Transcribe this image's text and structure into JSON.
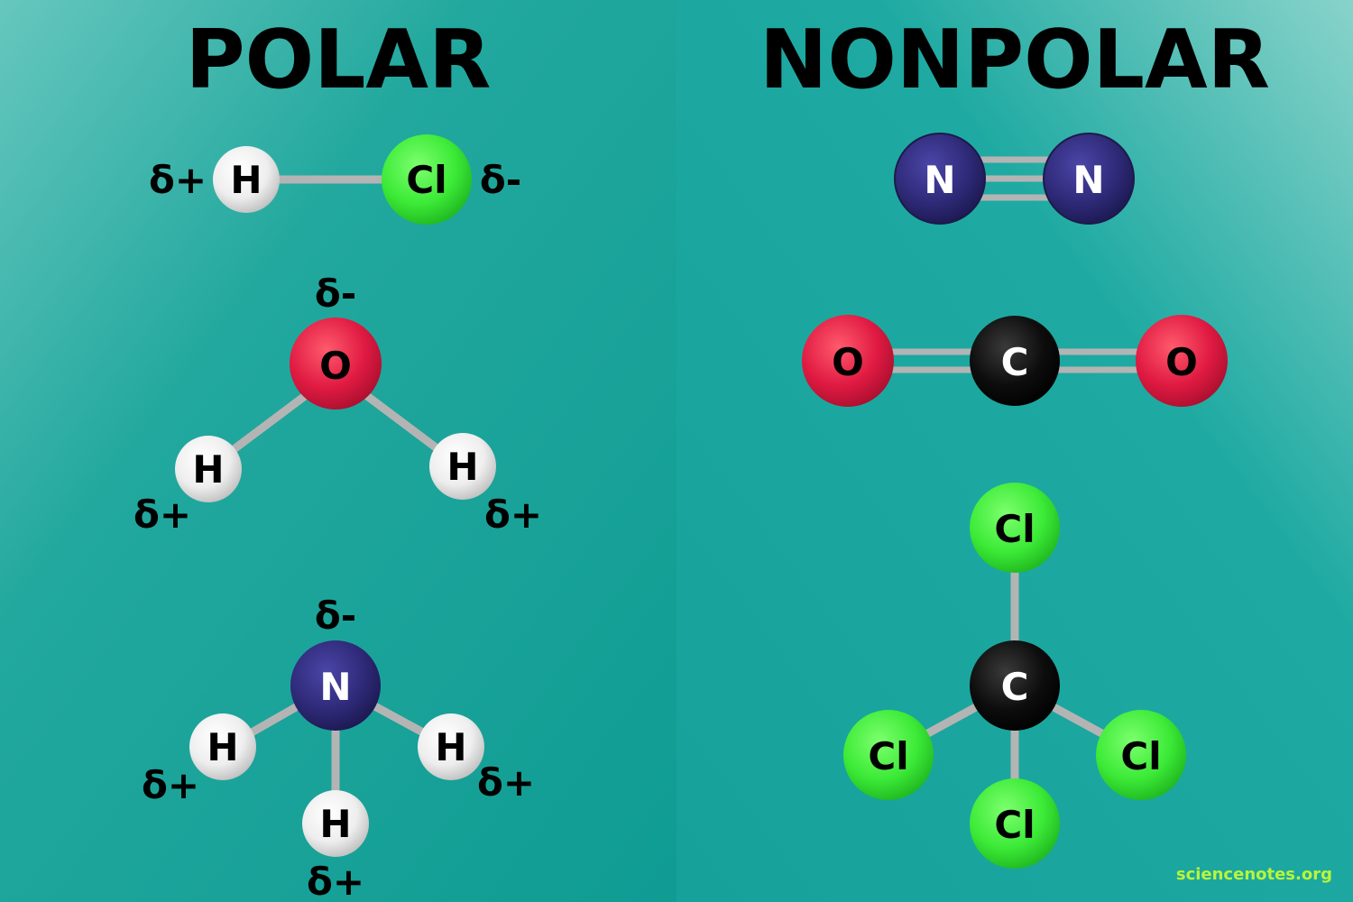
{
  "titles": {
    "polar": "POLAR",
    "nonpolar": "NONPOLAR"
  },
  "credit": "sciencenotes.org",
  "colors": {
    "bg_left": "#17a59b",
    "bg_right": "#12a8a0",
    "bond": "#b4b4b4",
    "hydrogen": "#ececec",
    "chlorine": "#3bea3b",
    "oxygen": "#e01a42",
    "nitrogen": "#2f2a78",
    "carbon": "#0a0a0a",
    "credit": "#b8f53a"
  },
  "atoms": {
    "hcl_h": "H",
    "hcl_cl": "Cl",
    "h2o_o": "O",
    "h2o_h1": "H",
    "h2o_h2": "H",
    "nh3_n": "N",
    "nh3_h1": "H",
    "nh3_h2": "H",
    "nh3_h3": "H",
    "n2_n1": "N",
    "n2_n2": "N",
    "co2_o1": "O",
    "co2_c": "C",
    "co2_o2": "O",
    "ccl4_c": "C",
    "ccl4_cl_top": "Cl",
    "ccl4_cl_left": "Cl",
    "ccl4_cl_right": "Cl",
    "ccl4_cl_bottom": "Cl"
  },
  "charges": {
    "hcl_h": "δ+",
    "hcl_cl": "δ-",
    "h2o_o": "δ-",
    "h2o_h1": "δ+",
    "h2o_h2": "δ+",
    "nh3_n": "δ-",
    "nh3_h1": "δ+",
    "nh3_h2": "δ+",
    "nh3_h3": "δ+"
  }
}
